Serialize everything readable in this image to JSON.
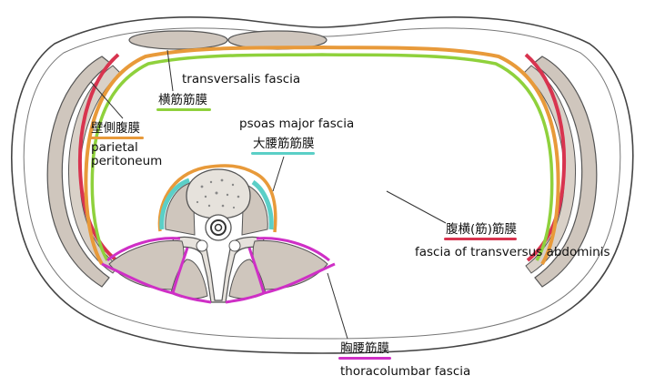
{
  "colors": {
    "transversalis": "#8fd13c",
    "parietal": "#e89a3a",
    "psoas": "#5bcfc7",
    "transversus": "#d8344f",
    "thoracolumbar": "#cf2fc6",
    "muscle": "#cfc6bd",
    "bone": "#e6e2dc",
    "outline": "#555555"
  },
  "labels": {
    "transversalis_en": "transversalis fascia",
    "transversalis_jp": "横筋筋膜",
    "parietal_jp": "壁側腹膜",
    "parietal_en_1": "parietal",
    "parietal_en_2": "peritoneum",
    "psoas_en": "psoas major fascia",
    "psoas_jp": "大腰筋筋膜",
    "transversus_jp": "腹横(筋)筋膜",
    "transversus_en": "fascia of transversus abdominis",
    "thoracolumbar_jp": "胸腰筋膜",
    "thoracolumbar_en": "thoracolumbar fascia"
  }
}
